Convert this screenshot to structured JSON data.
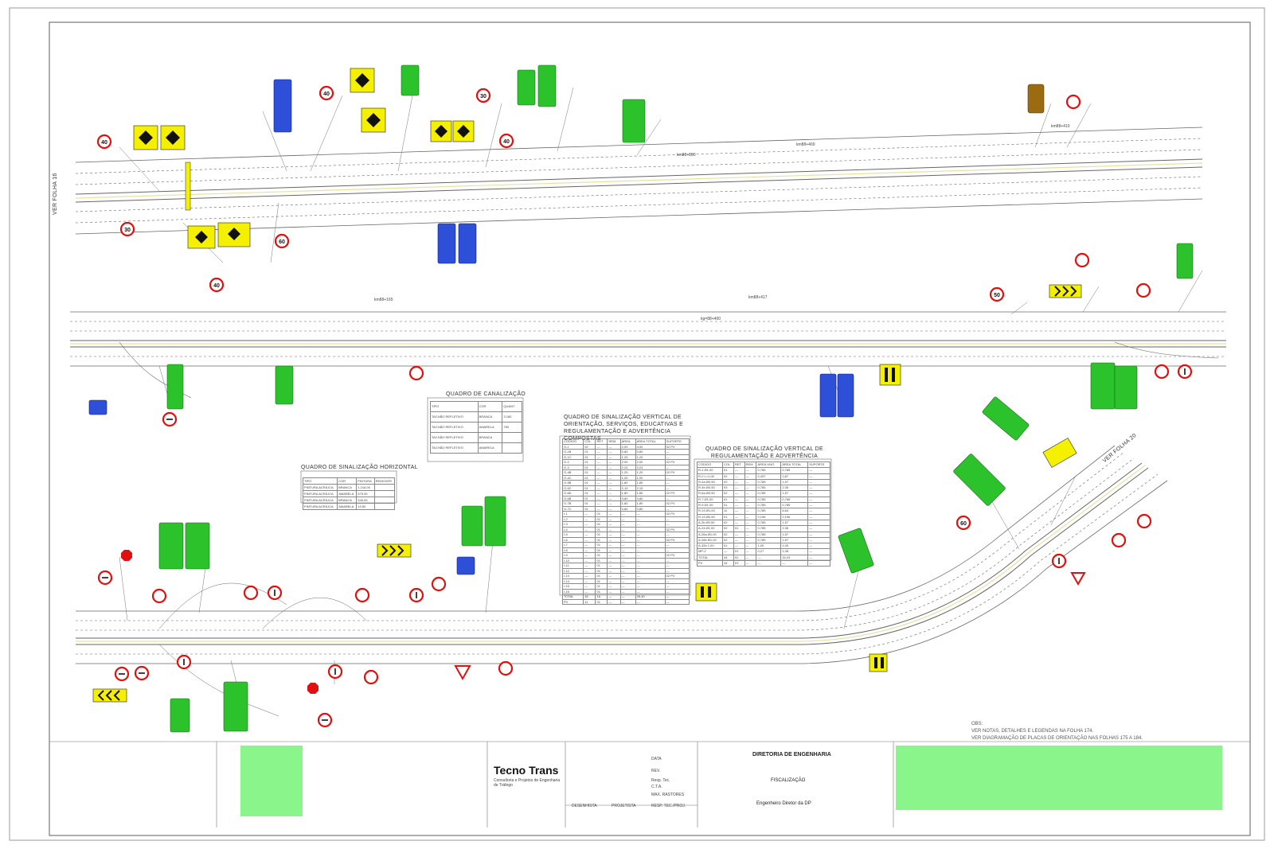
{
  "title_block": {
    "company_name": "Tecno Trans",
    "company_sub": "Consultoria e Projetos de Engenharia de Tráfego",
    "direction": "DIRETORIA DE ENGENHARIA",
    "supervision": "FISCALIZAÇÃO",
    "director": "Engenheiro Diretor da DP",
    "rows": [
      "DATA",
      "REV.",
      "Resp. Tec.",
      "C.T.A.",
      "MAX. RASTORES"
    ],
    "footer": [
      "DESENHISTA",
      "PROJETISTA",
      "RESP. TEC./PROJ."
    ]
  },
  "notes": {
    "heading": "OBS:",
    "lines": [
      "VER NOTAS, DETALHES E LEGENDAS NA FOLHA 174.",
      "VER DIAGRAMAÇÃO DE PLACAS DE ORIENTAÇÃO NAS FOLHAS 175 A 184."
    ]
  },
  "match_lines": {
    "top": "VER FOLHA 16",
    "bottom": "VER FOLHA 20"
  },
  "tables": {
    "canalizacao": {
      "title": "QUADRO DE CANALIZAÇÃO",
      "headers": [
        "TIPO",
        "COR",
        "QUANT."
      ],
      "rows": [
        [
          "TACHÃO REFLETIVO",
          "BRANCA",
          "3.180"
        ],
        [
          "TACHÃO REFLETIVO",
          "AMARELA",
          "750"
        ],
        [
          "TACHÃO REFLETIVO",
          "BRANCA",
          ""
        ],
        [
          "TACHÃO REFLETIVO",
          "AMARELA",
          ""
        ]
      ]
    },
    "horizontal": {
      "title": "QUADRO DE SINALIZAÇÃO HORIZONTAL",
      "headers": [
        "TIPO",
        "COR",
        "PINTURA",
        "REMOVER"
      ],
      "rows": [
        [
          "PINTURA ACRÍLICA",
          "BRANCA",
          "1.216,00",
          ""
        ],
        [
          "PINTURA ACRÍLICA",
          "AMARELA",
          "575,00",
          ""
        ],
        [
          "PINTURA ACRÍLICA",
          "BRANCA",
          "345,00",
          ""
        ],
        [
          "PINTURA ACRÍLICA",
          "AMARELA",
          "19,50",
          ""
        ]
      ]
    },
    "orientacao": {
      "title": "QUADRO DE SINALIZAÇÃO VERTICAL DE ORIENTAÇÃO, SERVIÇOS, EDUCATIVAS E REGULAMENTAÇÃO E ADVERTÊNCIA COMPOSTAS",
      "headers": [
        "CÓDIGO",
        "COL",
        "RET",
        "REM",
        "ÁREA",
        "ÁREA TOTAL",
        "SUPORTE"
      ],
      "rows": [
        [
          "O-1",
          "02",
          "—",
          "—",
          "2,00",
          "4,00",
          "02 PV"
        ],
        [
          "O-1B",
          "01",
          "—",
          "—",
          "0,80",
          "0,80",
          "—"
        ],
        [
          "O-1C",
          "01",
          "—",
          "—",
          "1,20",
          "1,20",
          "—"
        ],
        [
          "O-2",
          "01",
          "—",
          "—",
          "2,00",
          "2,00",
          "02 PV"
        ],
        [
          "O-3",
          "01",
          "—",
          "—",
          "2,24",
          "2,24",
          "—"
        ],
        [
          "O-4B",
          "01",
          "—",
          "—",
          "1,20",
          "1,20",
          "02 PV"
        ],
        [
          "O-4C",
          "01",
          "—",
          "—",
          "1,00",
          "1,00",
          "—"
        ],
        [
          "O-5B",
          "01",
          "—",
          "—",
          "1,80",
          "1,80",
          "—"
        ],
        [
          "O-5C",
          "01",
          "—",
          "—",
          "2,10",
          "2,10",
          "—"
        ],
        [
          "O-6A",
          "01",
          "—",
          "—",
          "1,80",
          "1,80",
          "02 PV"
        ],
        [
          "O-6B",
          "01",
          "—",
          "—",
          "4,80",
          "4,80",
          "—"
        ],
        [
          "O-7B",
          "01",
          "—",
          "—",
          "1,80",
          "1,80",
          "02 PV"
        ],
        [
          "O-7C",
          "01",
          "—",
          "—",
          "0,80",
          "0,80",
          "—"
        ],
        [
          "I-1",
          "—",
          "01",
          "—",
          "—",
          "—",
          "02 PV"
        ],
        [
          "I-2",
          "—",
          "01",
          "—",
          "—",
          "—",
          "—"
        ],
        [
          "I-3",
          "—",
          "01",
          "—",
          "—",
          "—",
          "—"
        ],
        [
          "I-4",
          "—",
          "01",
          "—",
          "—",
          "—",
          "02 PV"
        ],
        [
          "I-5",
          "—",
          "01",
          "—",
          "—",
          "—",
          "—"
        ],
        [
          "I-6",
          "—",
          "01",
          "—",
          "—",
          "—",
          "02 PV"
        ],
        [
          "I-7",
          "—",
          "01",
          "—",
          "—",
          "—",
          "—"
        ],
        [
          "I-8",
          "—",
          "01",
          "—",
          "—",
          "—",
          "—"
        ],
        [
          "I-9",
          "—",
          "01",
          "—",
          "—",
          "—",
          "02 PV"
        ],
        [
          "I-10",
          "—",
          "01",
          "—",
          "—",
          "—",
          "—"
        ],
        [
          "I-11",
          "—",
          "01",
          "—",
          "—",
          "—",
          "—"
        ],
        [
          "I-12",
          "—",
          "01",
          "—",
          "—",
          "—",
          "—"
        ],
        [
          "I-13",
          "—",
          "01",
          "—",
          "—",
          "—",
          "02 PV"
        ],
        [
          "I-14",
          "—",
          "01",
          "—",
          "—",
          "—",
          "—"
        ],
        [
          "I-15",
          "—",
          "01",
          "—",
          "—",
          "—",
          "—"
        ],
        [
          "I-16",
          "—",
          "01",
          "—",
          "—",
          "—",
          "—"
        ],
        [
          "TOTAL",
          "16",
          "16",
          "—",
          "—",
          "26,40",
          "—"
        ],
        [
          "PV",
          "11",
          "01",
          "—",
          "—",
          "—",
          "—"
        ]
      ]
    },
    "regulamentacao": {
      "title": "QUADRO DE SINALIZAÇÃO VERTICAL DE REGULAMENTAÇÃO E ADVERTÊNCIA",
      "headers": [
        "CÓDIGO",
        "COL",
        "RET",
        "REM",
        "ÁREA UNIT.",
        "ÁREA TOTAL",
        "SUPORTE"
      ],
      "rows": [
        [
          "R-1 Ø1,00",
          "01",
          "—",
          "—",
          "0,785",
          "0,785",
          "—"
        ],
        [
          "R-2 L=1,00",
          "02",
          "—",
          "—",
          "0,437",
          "0,87",
          "—"
        ],
        [
          "R-4a Ø0,50",
          "02",
          "—",
          "—",
          "0,785",
          "1,57",
          "—"
        ],
        [
          "R-4b Ø0,50",
          "03",
          "—",
          "—",
          "0,785",
          "2,35",
          "—"
        ],
        [
          "R-6a Ø0,50",
          "02",
          "—",
          "—",
          "0,785",
          "1,57",
          "—"
        ],
        [
          "R-7 Ø1,00",
          "01",
          "—",
          "—",
          "0,785",
          "0,785",
          "—"
        ],
        [
          "R-9 Ø1,00",
          "01",
          "—",
          "—",
          "0,785",
          "0,785",
          "—"
        ],
        [
          "R-19 Ø1,00",
          "11",
          "—",
          "—",
          "0,785",
          "8,64",
          "—"
        ],
        [
          "R-19 Ø0,50",
          "01",
          "—",
          "—",
          "0,196",
          "0,196",
          "—"
        ],
        [
          "A-2b Ø0,50",
          "02",
          "—",
          "—",
          "0,785",
          "1,57",
          "—"
        ],
        [
          "A-24 Ø1,00",
          "02",
          "01",
          "—",
          "0,785",
          "2,36",
          "—"
        ],
        [
          "A-26a Ø1,00",
          "02",
          "—",
          "—",
          "0,785",
          "1,57",
          "—"
        ],
        [
          "A-26b Ø1,00",
          "02",
          "—",
          "—",
          "0,785",
          "1,57",
          "—"
        ],
        [
          "A-32b 1,00",
          "01",
          "—",
          "—",
          "1,00",
          "1,00",
          "—"
        ],
        [
          "MP-2",
          "—",
          "01",
          "—",
          "0,27",
          "1,08",
          "—"
        ],
        [
          "TOTAL",
          "44",
          "02",
          "—",
          "—",
          "34,03",
          "—"
        ],
        [
          "PV",
          "44",
          "01",
          "—",
          "—",
          "—",
          "—"
        ]
      ]
    }
  },
  "speed_limits": [
    "40",
    "30",
    "60",
    "40",
    "50",
    "40",
    "60",
    "40",
    "30"
  ],
  "colors": {
    "guide_green": "#2cc22c",
    "service_blue": "#2e4fd8",
    "warning_yellow": "#f4f000",
    "prohibition_red": "#e01010",
    "brown": "#9a6b10",
    "title_green": "#8af58a",
    "road_line": "#555555"
  }
}
